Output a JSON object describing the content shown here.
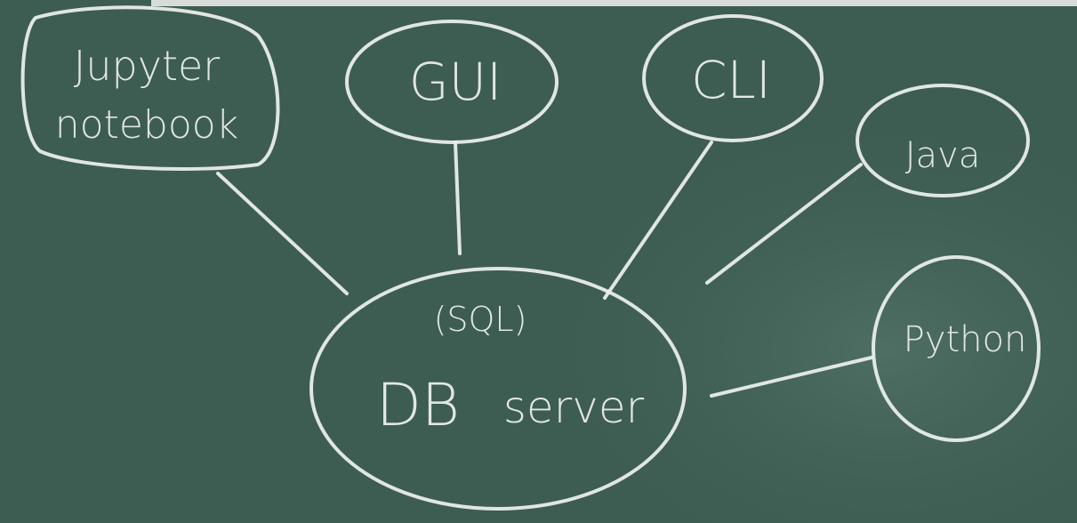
{
  "diagram": {
    "center": {
      "sub_label": "(SQL)",
      "label_main": "DB",
      "label_second": "server"
    },
    "clients": [
      {
        "line1": "Jupyter",
        "line2": "notebook"
      },
      {
        "line1": "GUI"
      },
      {
        "line1": "CLI"
      },
      {
        "line1": "Java"
      },
      {
        "line1": "Python"
      }
    ]
  },
  "colors": {
    "board": "#3d5c52",
    "chalk": "#eef2ee"
  }
}
